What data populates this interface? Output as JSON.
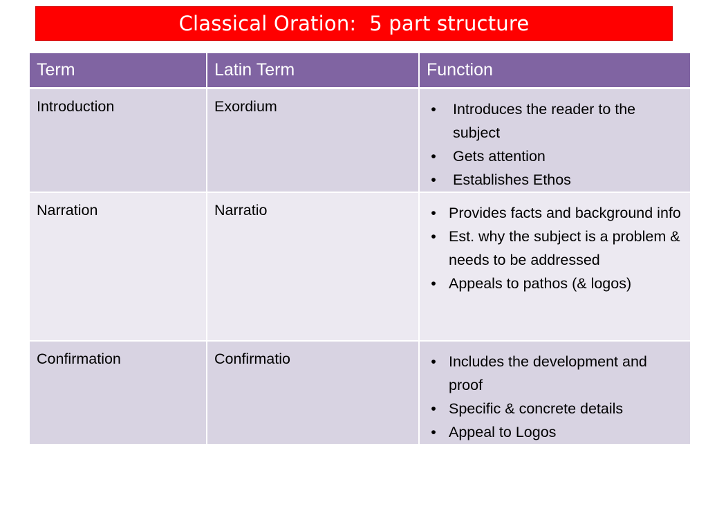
{
  "title": "Classical Oration:  5 part structure",
  "table": {
    "headers": [
      "Term",
      "Latin Term",
      "Function"
    ],
    "rows": [
      {
        "term": "Introduction",
        "latin": "Exordium",
        "functions": [
          "Introduces the reader to the subject",
          "Gets attention",
          "Establishes Ethos"
        ]
      },
      {
        "term": "Narration",
        "latin": "Narratio",
        "functions": [
          "Provides facts and background info",
          "Est. why the subject is a problem & needs to be addressed",
          "Appeals to pathos (& logos)"
        ]
      },
      {
        "term": "Confirmation",
        "latin": "Confirmatio",
        "functions": [
          "Includes the development and proof",
          "Specific & concrete details",
          "Appeal to Logos"
        ]
      }
    ]
  },
  "colors": {
    "title_bg": "#ff0000",
    "header_bg": "#8064a2",
    "row_odd": "#d8d3e2",
    "row_even": "#ece9f1"
  },
  "bullet_glyph": "•"
}
